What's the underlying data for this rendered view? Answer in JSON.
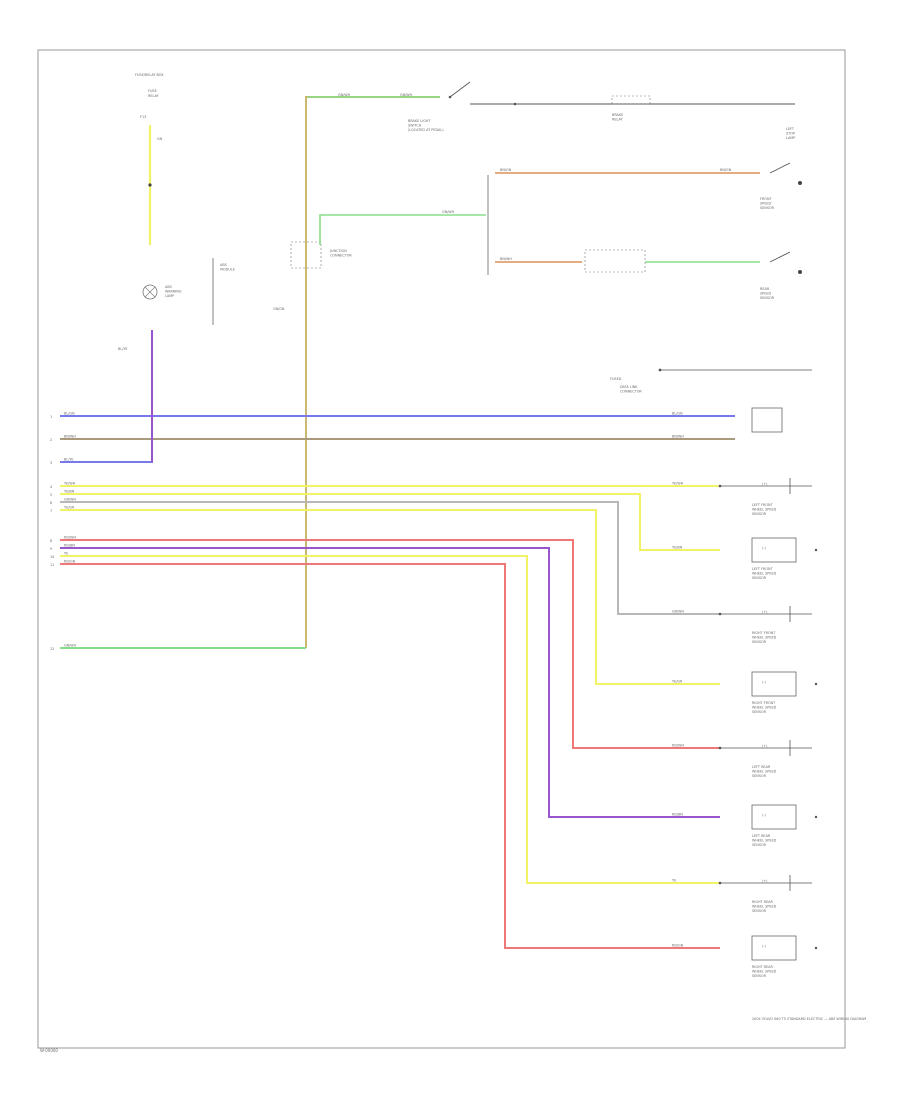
{
  "diagram": {
    "page_ref": "W-00000",
    "footer_note": "2004 VOLVO S60 T5 STANDARD ELECTRIC — ABS WIRING DIAGRAM",
    "top_left_fuse": {
      "title": "FUSE/RELAY BOX",
      "lines": [
        "FUSE",
        "RELAY"
      ],
      "fuse_id": "F13",
      "wire": "GN"
    },
    "indicator_lamp": {
      "label": "ABS\nWARNING\nLAMP",
      "wire": "BL/YE"
    },
    "module_caption": "ABS\nMODULE",
    "bus_wire": "GN/GN",
    "top_wire_labels": [
      "GN/WH",
      "GN/WH"
    ],
    "brake_switch": {
      "label": "BRAKE LIGHT\nSWITCH\n(LOCATED AT PEDAL)"
    },
    "relay_switch": {
      "label": "BRAKE\nRELAY"
    },
    "right_end_label": "LEFT\nSTOP\nLAMP",
    "junction_label": "JUNCTION\nCONNECTOR",
    "speed_sensors_top": [
      {
        "wire": "BN/GN",
        "label": "FRONT\nSPEED\nSENSOR"
      },
      {
        "wire": "BN/WH",
        "label": "REAR\nSPEED\nSENSOR"
      }
    ],
    "side_wire": "GN/WH",
    "data_link": {
      "label": "DATA LINK\nCONNECTOR"
    },
    "fused_label": "FUSED",
    "left_wires": [
      {
        "pin": "1",
        "label": "BL/GN",
        "right": "BL/GN"
      },
      {
        "pin": "2",
        "label": "BN/WH",
        "right": "BN/WH"
      },
      {
        "pin": "3",
        "label": "BL/YE",
        "right": ""
      },
      {
        "pin": "4",
        "label": "YE/WH",
        "right": "YE/WH"
      },
      {
        "pin": "5",
        "label": "YE/BN",
        "right": "YE/BN"
      },
      {
        "pin": "6",
        "label": "GR/WH",
        "right": "GR/WH"
      },
      {
        "pin": "7",
        "label": "YE/GR",
        "right": "YE/GR"
      },
      {
        "pin": "8",
        "label": "RD/WH",
        "right": "RD/WH"
      },
      {
        "pin": "9",
        "label": "RD/BN",
        "right": "RD/BN"
      },
      {
        "pin": "10",
        "label": "YE",
        "right": "YE"
      },
      {
        "pin": "11",
        "label": "RD/GN",
        "right": "RD/GN"
      },
      {
        "pin": "12",
        "label": "GN/WH",
        "right": ""
      }
    ],
    "wheel_sensors": [
      {
        "label": "LEFT FRONT\nWHEEL SPEED\nSENSOR",
        "tag": "(+)"
      },
      {
        "label": "LEFT FRONT\nWHEEL SPEED\nSENSOR",
        "tag": "(-)"
      },
      {
        "label": "RIGHT FRONT\nWHEEL SPEED\nSENSOR",
        "tag": "(+)"
      },
      {
        "label": "RIGHT FRONT\nWHEEL SPEED\nSENSOR",
        "tag": "(-)"
      },
      {
        "label": "LEFT REAR\nWHEEL SPEED\nSENSOR",
        "tag": "(+)"
      },
      {
        "label": "LEFT REAR\nWHEEL SPEED\nSENSOR",
        "tag": "(-)"
      },
      {
        "label": "RIGHT REAR\nWHEEL SPEED\nSENSOR",
        "tag": "(+)"
      },
      {
        "label": "RIGHT REAR\nWHEEL SPEED\nSENSOR",
        "tag": "(-)"
      }
    ],
    "colors": {
      "frame": "#9a9a9a",
      "blue": "#7777ee",
      "brown": "#a89a7a",
      "yellow": "#f2f266",
      "gray": "#b8b8b8",
      "red": "#ee7777",
      "purple": "#9955cc",
      "green": "#88dd88",
      "orange": "#e0a070",
      "olive": "#b8b040",
      "dark": "#444444"
    }
  }
}
